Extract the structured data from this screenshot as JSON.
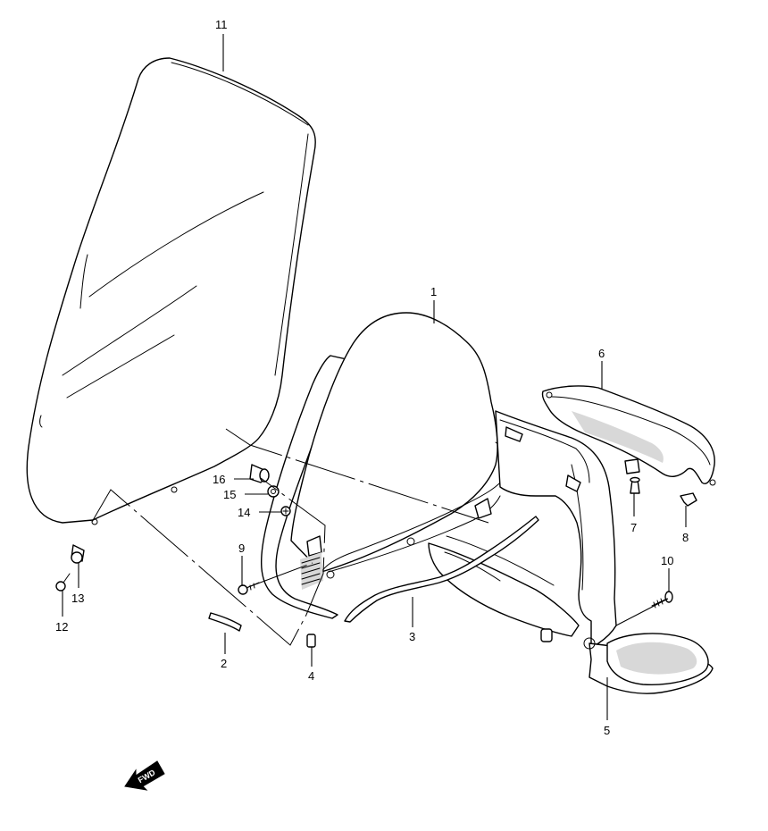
{
  "callouts": [
    {
      "id": "1",
      "label": "1"
    },
    {
      "id": "2",
      "label": "2"
    },
    {
      "id": "3",
      "label": "3"
    },
    {
      "id": "4",
      "label": "4"
    },
    {
      "id": "5",
      "label": "5"
    },
    {
      "id": "6",
      "label": "6"
    },
    {
      "id": "7",
      "label": "7"
    },
    {
      "id": "8",
      "label": "8"
    },
    {
      "id": "9",
      "label": "9"
    },
    {
      "id": "10",
      "label": "10"
    },
    {
      "id": "11",
      "label": "11"
    },
    {
      "id": "12",
      "label": "12"
    },
    {
      "id": "13",
      "label": "13"
    },
    {
      "id": "14",
      "label": "14"
    },
    {
      "id": "15",
      "label": "15"
    },
    {
      "id": "16",
      "label": "16"
    }
  ],
  "fwd_arrow": {
    "label": "FWD",
    "icon": "fwd-arrow-icon"
  }
}
